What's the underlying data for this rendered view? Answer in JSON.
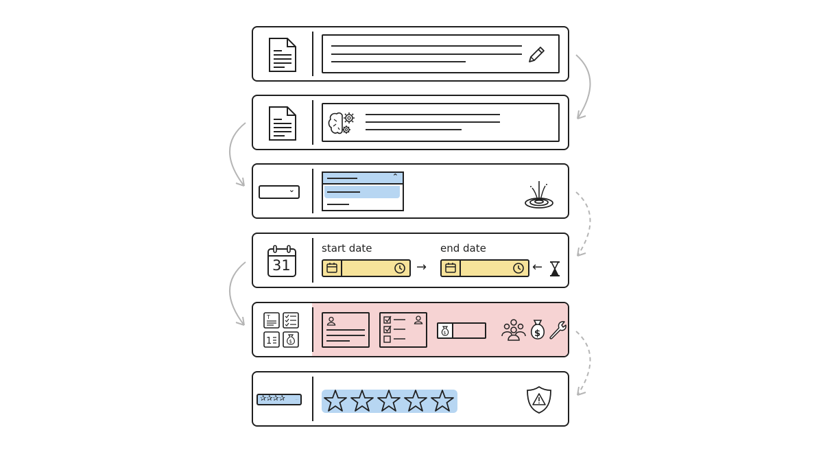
{
  "diagram": {
    "title": "",
    "accent_colors": {
      "outline": "#1f1f1f",
      "selection_blue": "#b7d6f2",
      "date_yellow": "#f7e39a",
      "form_pink": "#f6d3d3",
      "arrow_gray": "#b5b5b5"
    },
    "rows": [
      {
        "id": "text-input",
        "left_icon": "document-icon",
        "content": "textbox with three text lines",
        "right_icon": "pencil-icon"
      },
      {
        "id": "ai-processing",
        "left_icon": "document-icon",
        "content": "textbox with brain-gears icon and three text lines",
        "right_icon": "brain-gears-icon"
      },
      {
        "id": "dropdown-select",
        "left_icon": "dropdown-icon",
        "content": "open dropdown list with highlighted option",
        "right_icon": "water-drop-splash-icon"
      },
      {
        "id": "date-range",
        "left_icon": "calendar-icon",
        "calendar_day": "31",
        "start_label": "start date",
        "end_label": "end date",
        "right_icon": "hourglass-icon"
      },
      {
        "id": "form-fields",
        "left_icon": "field-types-grid-icon",
        "content": "profile card, checklist card, currency input",
        "right_icons": [
          "people-group-icon",
          "money-bag-icon",
          "wrench-icon"
        ]
      },
      {
        "id": "rating",
        "left_icon": "mini-rating-icon",
        "stars": 5,
        "mini_stars": 4,
        "right_icon": "shield-warning-icon"
      }
    ],
    "connectors": [
      {
        "from": "text-input",
        "to": "ai-processing",
        "side": "right",
        "style": "solid"
      },
      {
        "from": "ai-processing",
        "to": "dropdown-select",
        "side": "left",
        "style": "solid"
      },
      {
        "from": "dropdown-select",
        "to": "date-range",
        "side": "right",
        "style": "dashed"
      },
      {
        "from": "date-range",
        "to": "form-fields",
        "side": "left",
        "style": "solid"
      },
      {
        "from": "form-fields",
        "to": "rating",
        "side": "right",
        "style": "dashed"
      }
    ]
  }
}
